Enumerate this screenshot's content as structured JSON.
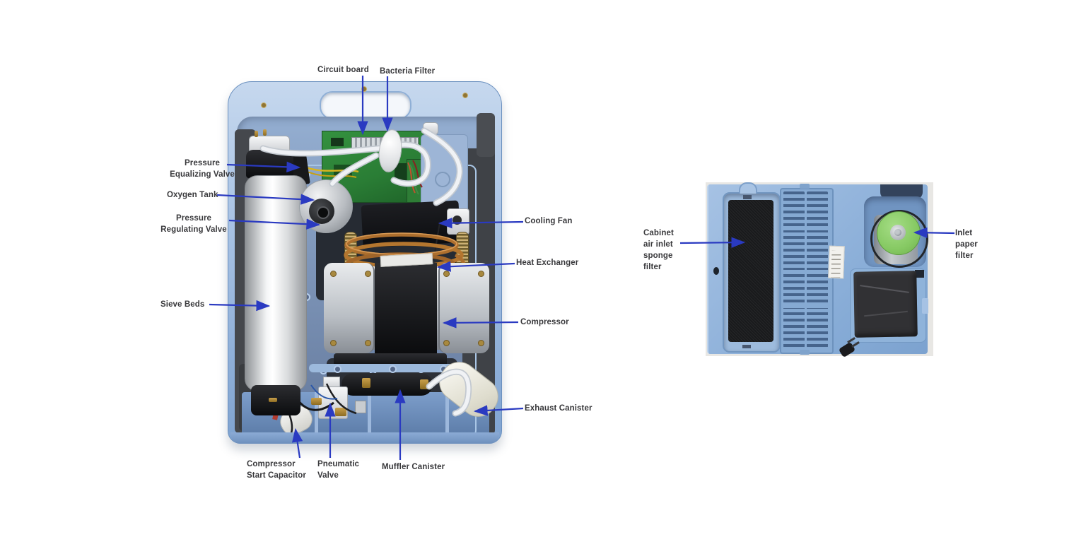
{
  "diagram": {
    "colors": {
      "arrow": "#2a3ac1",
      "label_text": "#38383b",
      "case_blue": "#a9c3e4",
      "pcb_green": "#2f8c3c",
      "filter_green": "#8bce6c"
    },
    "left_figure": {
      "name": "oxygen-concentrator-internal-view",
      "labels": [
        {
          "id": "circuit-board",
          "text": "Circuit board"
        },
        {
          "id": "bacteria-filter",
          "text": "Bacteria Filter"
        },
        {
          "id": "pressure-equalizing-valve",
          "text": "Pressure\nEqualizing Valve"
        },
        {
          "id": "oxygen-tank",
          "text": "Oxygen Tank"
        },
        {
          "id": "pressure-regulating-valve",
          "text": "Pressure\nRegulating Valve"
        },
        {
          "id": "sieve-beds",
          "text": "Sieve Beds"
        },
        {
          "id": "cooling-fan",
          "text": "Cooling Fan"
        },
        {
          "id": "heat-exchanger",
          "text": "Heat Exchanger"
        },
        {
          "id": "compressor",
          "text": "Compressor"
        },
        {
          "id": "exhaust-canister",
          "text": "Exhaust Canister"
        },
        {
          "id": "compressor-start-capacitor",
          "text": "Compressor\nStart Capacitor"
        },
        {
          "id": "pneumatic-valve",
          "text": "Pneumatic\nValve"
        },
        {
          "id": "muffler-canister",
          "text": "Muffler Canister"
        }
      ]
    },
    "right_figure": {
      "name": "cabinet-filter-access-panel-view",
      "labels": [
        {
          "id": "cabinet-air-inlet-sponge-filter",
          "text": "Cabinet\nair inlet\nsponge\nfilter"
        },
        {
          "id": "inlet-paper-filter",
          "text": "Inlet\npaper\nfilter"
        }
      ]
    }
  }
}
